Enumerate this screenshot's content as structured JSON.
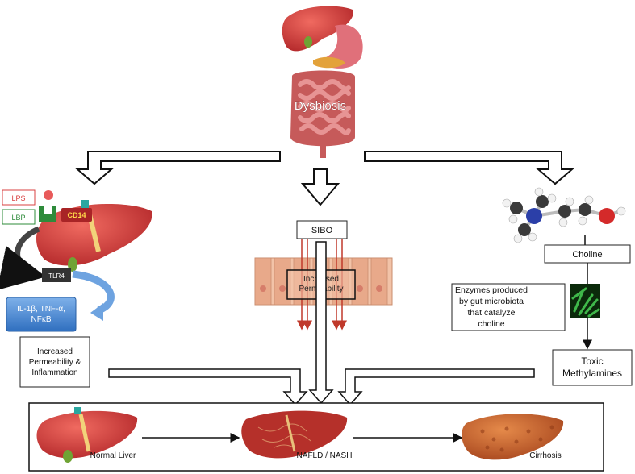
{
  "labels": {
    "dysbiosis": "Dysbiosis",
    "lps": "LPS",
    "lbp": "LBP",
    "cd14": "CD14",
    "tlr4": "TLR4",
    "cytokines": "IL-1β, TNF-α, NFκB",
    "increased_permeability_inflammation": "Increased Permeability & Inflammation",
    "sibo": "SIBO",
    "increased_permeability": "Increased Permeability",
    "choline": "Choline",
    "enzymes": "Enzymes produced by gut microbiota that catalyze choline",
    "toxic_methylamines": "Toxic Methylamines",
    "normal_liver": "Normal Liver",
    "nafld_nash": "NAFLD / NASH",
    "cirrhosis": "Cirrhosis"
  },
  "colors": {
    "liver": "#d8383a",
    "liver_dark": "#a82426",
    "cirrhosis": "#c8642e",
    "stomach": "#e0707a",
    "intestine": "#d97a7a",
    "gallbladder": "#6fa334",
    "lbp_green": "#2e8b3a",
    "cytokine_blue": "#4a86d0",
    "bacteria_green": "#3fb84a",
    "permeability_red": "#c0392b",
    "epithelium": "#f2c3a8"
  },
  "icons": [
    "digestive-system-icon",
    "liver-icon",
    "choline-molecule-icon",
    "bacteria-icon",
    "intestinal-epithelium-icon"
  ]
}
